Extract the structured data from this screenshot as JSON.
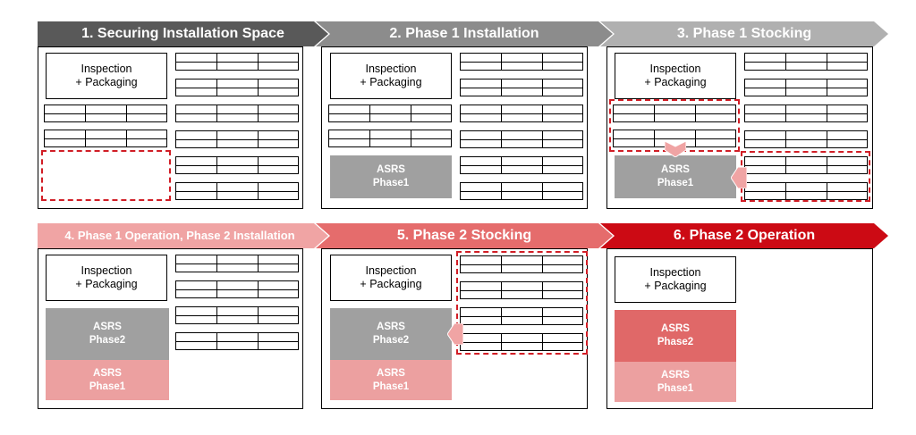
{
  "steps": [
    {
      "label": "1. Securing Installation Space",
      "color": "#595959"
    },
    {
      "label": "2. Phase 1 Installation",
      "color": "#8c8c8c"
    },
    {
      "label": "3. Phase 1 Stocking",
      "color": "#b0b0b0"
    },
    {
      "label": "4. Phase 1 Operation, Phase 2 Installation",
      "color": "#f0a4a4"
    },
    {
      "label": "5. Phase 2 Stocking",
      "color": "#e56c6c"
    },
    {
      "label": "6. Phase 2 Operation",
      "color": "#cc0a14"
    }
  ],
  "inspection_line1": "Inspection",
  "inspection_line2": "+ Packaging",
  "asrs_label": "ASRS",
  "phase1_label": "Phase1",
  "phase2_label": "Phase2",
  "colors": {
    "asrs_grey": "#a0a0a0",
    "asrs_phase1_pink": "#eca0a0",
    "asrs_phase2_red": "#e06868",
    "dashed_highlight": "#d11e26",
    "arrow_fill": "#f0a4a4"
  }
}
